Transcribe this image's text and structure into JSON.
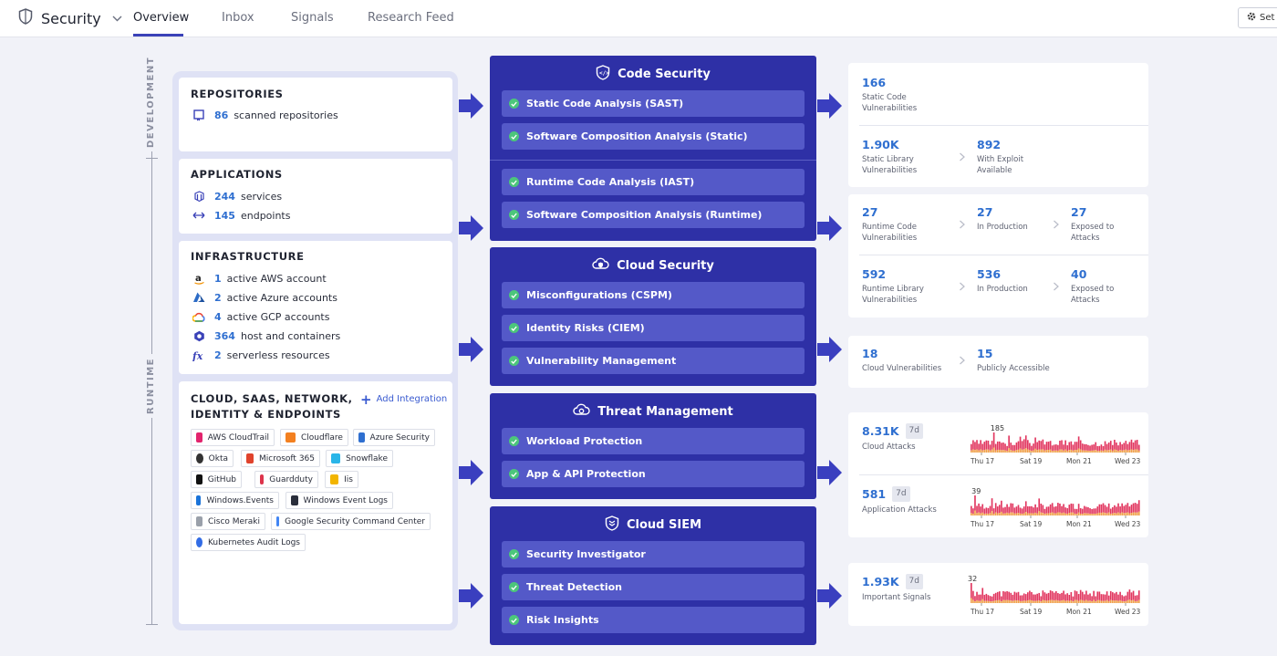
{
  "topbar": {
    "title": "Security",
    "tabs": [
      "Overview",
      "Inbox",
      "Signals",
      "Research Feed"
    ],
    "settings_label": "Set"
  },
  "rail": {
    "development": "DEVELOPMENT",
    "runtime": "RUNTIME"
  },
  "repositories": {
    "heading": "REPOSITORIES",
    "count": "86",
    "label": "scanned repositories"
  },
  "applications": {
    "heading": "APPLICATIONS",
    "rows": [
      {
        "count": "244",
        "label": "services"
      },
      {
        "count": "145",
        "label": "endpoints"
      }
    ]
  },
  "infrastructure": {
    "heading": "INFRASTRUCTURE",
    "rows": [
      {
        "count": "1",
        "label": "active AWS account",
        "icon": "aws-icon"
      },
      {
        "count": "2",
        "label": "active Azure accounts",
        "icon": "azure-icon"
      },
      {
        "count": "4",
        "label": "active GCP accounts",
        "icon": "gcp-icon"
      },
      {
        "count": "364",
        "label": "host and containers",
        "icon": "host-icon"
      },
      {
        "count": "2",
        "label": "serverless resources",
        "icon": "function-icon"
      }
    ]
  },
  "integrations": {
    "heading_line1": "CLOUD, SAAS, NETWORK,",
    "heading_line2": "IDENTITY & ENDPOINTS",
    "add_label": "Add Integration",
    "chips": [
      {
        "label": "AWS CloudTrail",
        "color": "#e2246d"
      },
      {
        "label": "Cloudflare",
        "color": "#f38020"
      },
      {
        "label": "Azure Security",
        "color": "#2f6fd0"
      },
      {
        "label": "Okta",
        "color": "#333333"
      },
      {
        "label": "Microsoft 365",
        "color": "#e0432c"
      },
      {
        "label": "Snowflake",
        "color": "#29b5e8"
      },
      {
        "label": "GitHub",
        "color": "#111111"
      },
      {
        "label": "Guardduty",
        "color": "#dd344c"
      },
      {
        "label": "Iis",
        "color": "#f2b500"
      },
      {
        "label": "Windows.Events",
        "color": "#1a73d9"
      },
      {
        "label": "Windows Event Logs",
        "color": "#2a2e3b"
      },
      {
        "label": "Cisco Meraki",
        "color": "#9aa0aa"
      },
      {
        "label": "Google Security Command Center",
        "color": "#4285f4"
      },
      {
        "label": "Kubernetes Audit Logs",
        "color": "#326ce5"
      }
    ]
  },
  "panels": {
    "code": {
      "title": "Code Security",
      "features": [
        "Static Code Analysis (SAST)",
        "Software Composition Analysis (Static)",
        "Runtime Code Analysis (IAST)",
        "Software Composition Analysis (Runtime)"
      ]
    },
    "cloud": {
      "title": "Cloud Security",
      "features": [
        "Misconfigurations (CSPM)",
        "Identity Risks (CIEM)",
        "Vulnerability Management"
      ]
    },
    "threat": {
      "title": "Threat Management",
      "features": [
        "Workload Protection",
        "App & API Protection"
      ]
    },
    "siem": {
      "title": "Cloud SIEM",
      "features": [
        "Security Investigator",
        "Threat Detection",
        "Risk Insights"
      ]
    }
  },
  "metrics": {
    "static_code": {
      "value": "166",
      "label1": "Static Code",
      "label2": "Vulnerabilities"
    },
    "static_lib": {
      "value": "1.90K",
      "label1": "Static Library",
      "label2": "Vulnerabilities"
    },
    "with_exploit": {
      "value": "892",
      "label1": "With Exploit",
      "label2": "Available"
    },
    "runtime_code": {
      "value": "27",
      "label1": "Runtime Code",
      "label2": "Vulnerabilities"
    },
    "runtime_code_prod": {
      "value": "27",
      "label1": "In Production"
    },
    "runtime_code_exposed": {
      "value": "27",
      "label1": "Exposed to",
      "label2": "Attacks"
    },
    "runtime_lib": {
      "value": "592",
      "label1": "Runtime Library",
      "label2": "Vulnerabilities"
    },
    "runtime_lib_prod": {
      "value": "536",
      "label1": "In Production"
    },
    "runtime_lib_exposed": {
      "value": "40",
      "label1": "Exposed to",
      "label2": "Attacks"
    },
    "cloud_vulns": {
      "value": "18",
      "label1": "Cloud Vulnerabilities"
    },
    "public": {
      "value": "15",
      "label1": "Publicly Accessible"
    },
    "cloud_attacks": {
      "value": "8.31K",
      "badge": "7d",
      "label1": "Cloud Attacks"
    },
    "app_attacks": {
      "value": "581",
      "badge": "7d",
      "label1": "Application Attacks"
    },
    "signals": {
      "value": "1.93K",
      "badge": "7d",
      "label1": "Important Signals"
    }
  },
  "sparks": {
    "cloud_attacks": {
      "max_label": "185",
      "x_labels": [
        "Thu 17",
        "Sat 19",
        "Mon 21",
        "Wed 23"
      ],
      "seed": 3,
      "peak_index": 12
    },
    "app_attacks": {
      "max_label": "39",
      "x_labels": [
        "Thu 17",
        "Sat 19",
        "Mon 21",
        "Wed 23"
      ],
      "seed": 7,
      "peak_index": 2
    },
    "signals": {
      "max_label": "32",
      "x_labels": [
        "Thu 17",
        "Sat 19",
        "Mon 21",
        "Wed 23"
      ],
      "seed": 11,
      "peak_index": 0
    }
  }
}
